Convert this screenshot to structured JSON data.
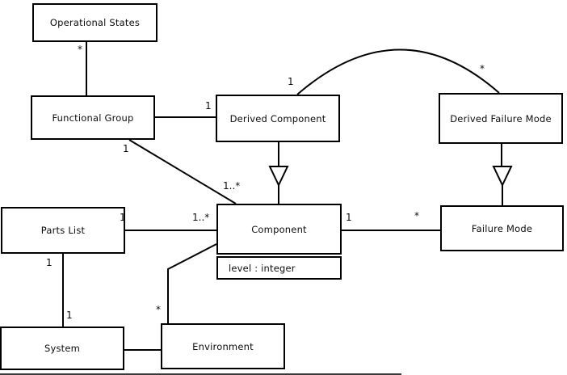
{
  "colors": {
    "line": "#000000",
    "background": "#ffffff",
    "text": "#0d0d0d"
  },
  "nodes": {
    "operational_states": {
      "label": "Operational States"
    },
    "functional_group": {
      "label": "Functional Group"
    },
    "derived_component": {
      "label": "Derived Component"
    },
    "derived_failure_mode": {
      "label": "Derived Failure Mode"
    },
    "parts_list": {
      "label": "Parts List"
    },
    "component": {
      "label": "Component",
      "attribute": "level : integer"
    },
    "failure_mode": {
      "label": "Failure Mode"
    },
    "system": {
      "label": "System"
    },
    "environment": {
      "label": "Environment"
    }
  },
  "multiplicities": {
    "os_fg": "*",
    "fg_dc": "1",
    "dc_arc": "1",
    "dfm_arc": "*",
    "fg_comp_src": "1",
    "fg_comp_dst": "1..*",
    "pl_comp_src": "1",
    "pl_comp_dst": "1..*",
    "comp_fm_src": "1",
    "comp_fm_dst": "*",
    "pl_sys_src": "1",
    "pl_sys_dst": "1",
    "comp_env_dst": "*"
  }
}
